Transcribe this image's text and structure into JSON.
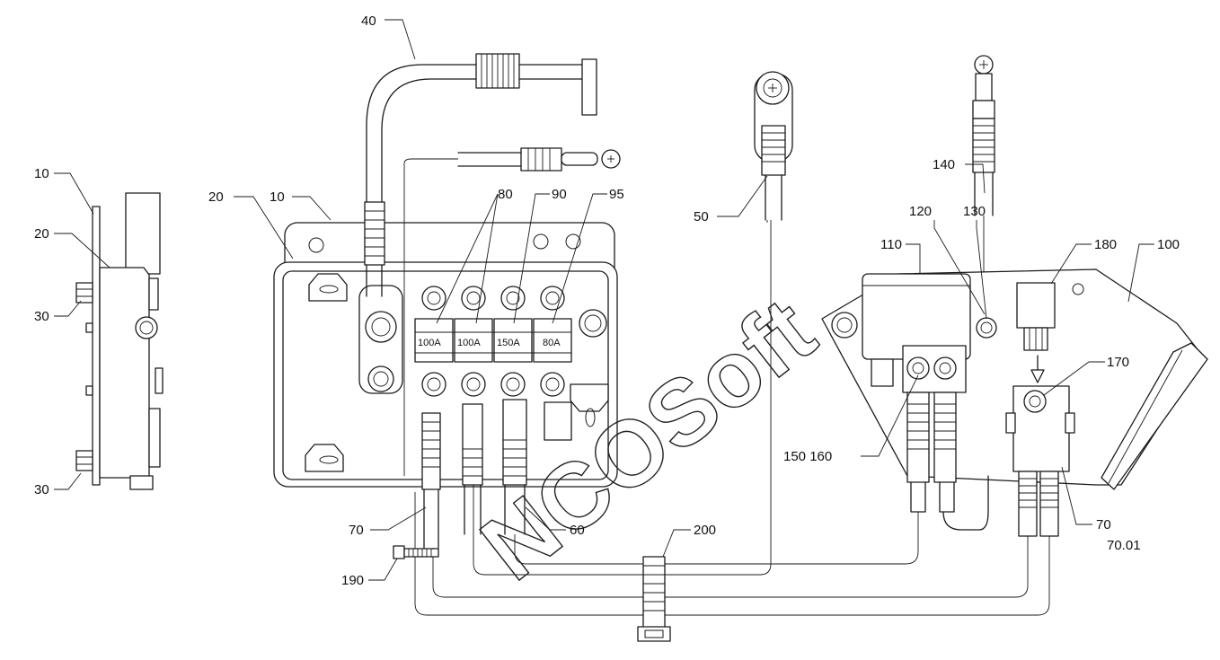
{
  "callouts": {
    "c40": "40",
    "c10_side": "10",
    "c20_side": "20",
    "c30_top": "30",
    "c30_bottom": "30",
    "c20_box": "20",
    "c10_box": "10",
    "c80": "80",
    "c90": "90",
    "c95": "95",
    "c50": "50",
    "c140": "140",
    "c120": "120",
    "c130": "130",
    "c110": "110",
    "c180": "180",
    "c100": "100",
    "c170": "170",
    "c150_160": "150 160",
    "c70_left": "70",
    "c60": "60",
    "c200": "200",
    "c190": "190",
    "c70_right": "70",
    "c70_01": "70.01"
  },
  "fuses": {
    "f1": "100A",
    "f2": "100A",
    "f3": "150A",
    "f4": "80A"
  },
  "watermark": "NCOSoft"
}
